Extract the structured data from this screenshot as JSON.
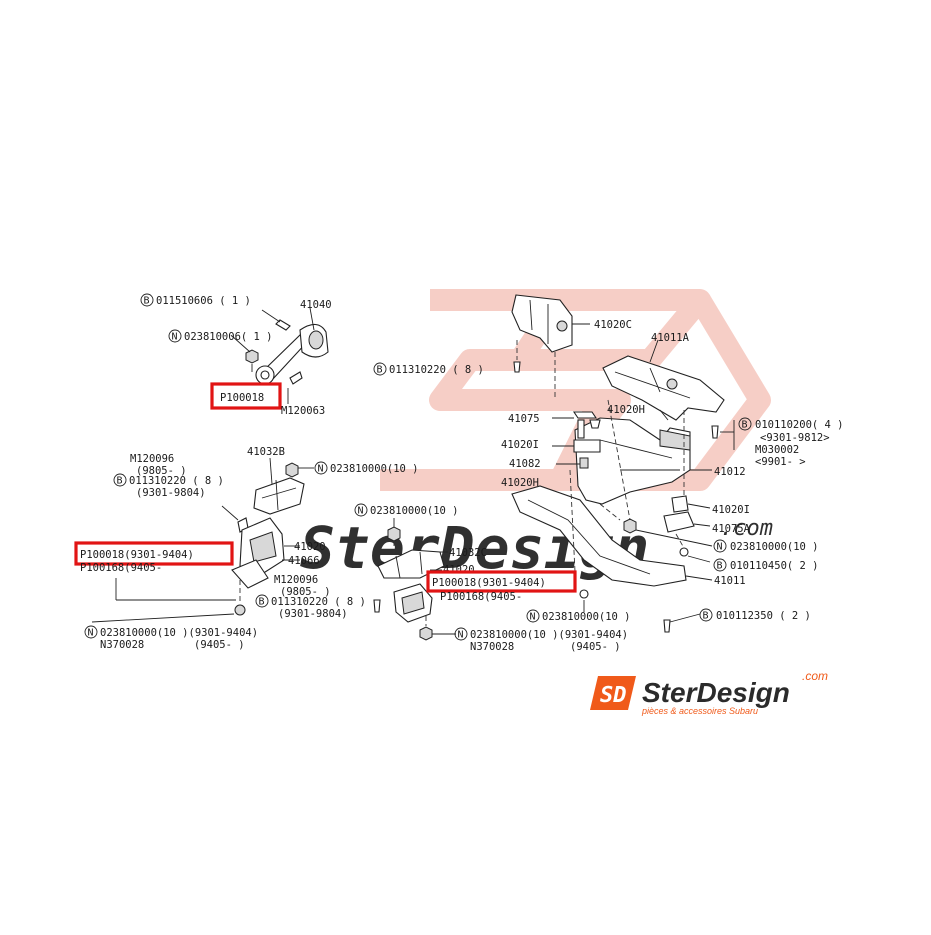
{
  "watermark": {
    "brand": "SterDesign",
    "domain": ".com"
  },
  "labels": {
    "l01": "011510606 ( 1 )",
    "l02": "41040",
    "l03": "023810006( 1 )",
    "l04": "P100018",
    "l05": "M120063",
    "l06": "011310220 ( 8 )",
    "l07": "41020C",
    "l08": "41011A",
    "l09": "41075",
    "l10": "41020H",
    "l11": "010110200( 4 )",
    "l12": "<9301-9812>",
    "l13": "M030002",
    "l14": "<9901- >",
    "l15": "41020I",
    "l16": "41082",
    "l17": "41012",
    "l18": "41020H",
    "l19": "41020I",
    "l20": "41075A",
    "l21": "023810000(10 )",
    "l22": "010110450( 2 )",
    "l23": "41011",
    "l24": "010112350 ( 2 )",
    "l25": "M120096",
    "l26": "(9805- )",
    "l27": "011310220 ( 8 )",
    "l28": "(9301-9804)",
    "l29": "41032B",
    "l30": "023810000(10 )",
    "l31": "P100018(9301-9404)",
    "l32": "P100168(9405-",
    "l33": "41020",
    "l34": "41066",
    "l35": "M120096",
    "l36": "(9805- )",
    "l37": "011310220 ( 8 )",
    "l38": "(9301-9804)",
    "l39": "023810000(10 )(9301-9404)",
    "l40": "N370028",
    "l41": "(9405- )",
    "l42": "023810000(10 )",
    "l43": "41032C",
    "l44": "41020",
    "l45": "P100018(9301-9404)",
    "l46": "P100168(9405-",
    "l47": "023810000(10 )(9301-9404)",
    "l48": "N370028",
    "l49": "(9405- )",
    "l50": "023810000(10 )"
  },
  "callout_markers": {
    "bolt": "B",
    "nut": "N"
  },
  "logo": {
    "initials": "SD",
    "name": "SterDesign",
    "domain": ".com",
    "tagline": "pièces & accessoires Subaru"
  },
  "colors": {
    "highlight": "#e11414",
    "logo_orange": "#f05a1a",
    "watermark": "#f6c9c0"
  }
}
